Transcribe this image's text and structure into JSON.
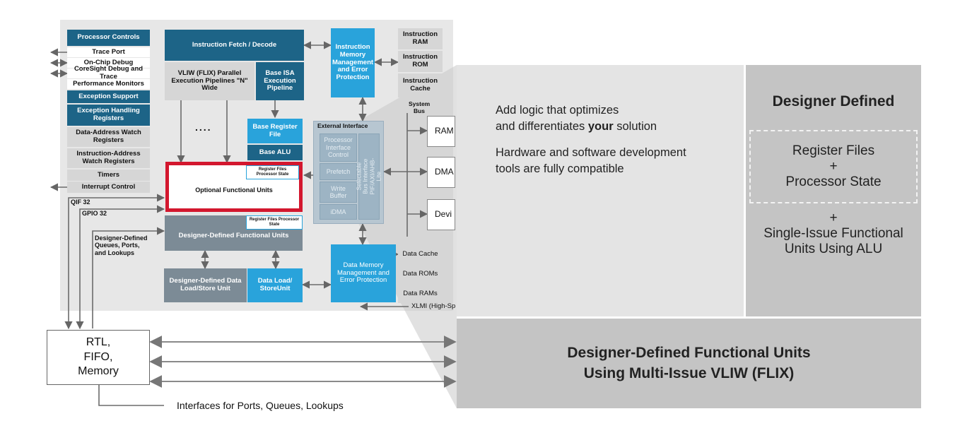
{
  "core": {
    "processor_controls": "Processor Controls",
    "trace_port": "Trace Port",
    "onchip_debug": "On-Chip Debug",
    "coresight": "CoreSight Debug and Trace",
    "perf_monitors": "Performance Monitors",
    "exception_support": "Exception Support",
    "exception_regs": "Exception Handling Registers",
    "data_addr_watch": "Data-Address Watch Registers",
    "instr_addr_watch": "Instruction-Address Watch Registers",
    "timers": "Timers",
    "interrupt_control": "Interrupt Control",
    "fetch_decode": "Instruction Fetch / Decode",
    "vliw": "VLIW (FLIX) Parallel Execution Pipelines \"N\" Wide",
    "base_isa": "Base ISA Execution Pipeline",
    "dots": "....",
    "base_regfile": "Base Register File",
    "base_alu": "Base ALU",
    "reg_files_state": "Register Files Processor State",
    "optional_units": "Optional Functional Units",
    "designer_units": "Designer-Defined Functional Units",
    "dd_load_store": "Designer-Defined Data Load/Store Unit",
    "data_load": "Data Load/ StoreUnit",
    "imem_mgmt": "Instruction Memory Management and Error Protection",
    "instr_ram": "Instruction RAM",
    "instr_rom": "Instruction ROM",
    "instr_cache": "Instruction Cache",
    "external_interface": "External Interface",
    "pic": "Processor Interface Control",
    "prefetch": "Prefetch",
    "write_buffer": "Write Buffer",
    "idma": "iDMA",
    "bus_iface": "Selectable Bus Interface PIF/AXI/AHB-Lite",
    "system_bus": "System Bus",
    "ram": "RAM",
    "dma": "DMA",
    "dev": "Devi",
    "dmem_mgmt": "Data Memory Management and Error Protection",
    "data_cache": "Data Cache",
    "data_roms": "Data ROMs",
    "data_rams": "Data RAMs",
    "xlmi": "XLMI (High-Sp",
    "qif": "QIF 32",
    "gpio": "GPIO 32",
    "dd_queues": "Designer-Defined Queues, Ports, and Lookups"
  },
  "external": {
    "rtl": "RTL, FIFO, Memory",
    "interfaces": "Interfaces for Ports, Queues, Lookups"
  },
  "callout": {
    "line1": "Add logic that optimizes",
    "line2_pre": "and differentiates ",
    "line2_bold": "your",
    "line2_post": " solution",
    "line3": "Hardware and software development",
    "line4": "tools are fully compatible",
    "designer_defined": "Designer Defined",
    "reg_files": "Register Files",
    "plus1": "+",
    "proc_state": "Processor State",
    "plus2": "+",
    "single_issue_1": "Single-Issue Functional",
    "single_issue_2": "Units Using ALU",
    "flix_1": "Designer-Defined Functional Units",
    "flix_2": "Using Multi-Issue VLIW (FLIX)"
  },
  "colors": {
    "navy": "#1d6487",
    "sky": "#29a3db",
    "highlight_red": "#d3172e",
    "panel_gray": "#c4c4c4",
    "panel_light": "#e4e4e4"
  }
}
